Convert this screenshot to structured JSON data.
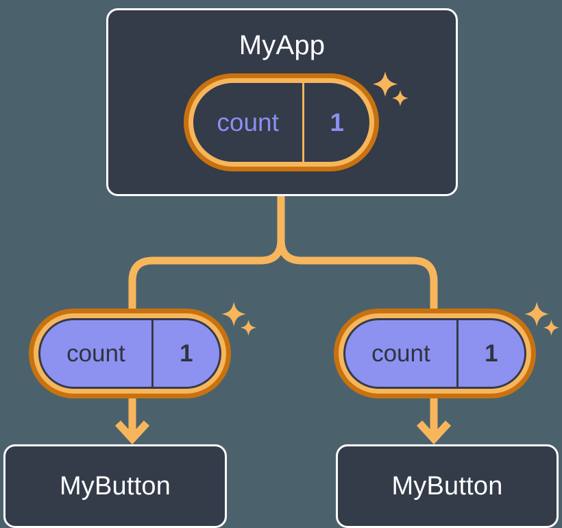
{
  "diagram": {
    "type": "component-tree",
    "background_color": "#4b626c",
    "card_color": "#343b49",
    "card_border_color": "#ffffff",
    "wire_color": "#f7b65c",
    "pill_outer_ring_color": "#c8720f",
    "pill_inner_ring_color": "#f7b65c",
    "pill_purple_fill": "#8d91f0",
    "state_text_color_dark": "#8b8ff0",
    "state_text_color_light": "#2e3440"
  },
  "root": {
    "title": "MyApp",
    "state": {
      "key": "count",
      "value": "1"
    },
    "sparkle": "sparkle-icon"
  },
  "children": [
    {
      "state": {
        "key": "count",
        "value": "1"
      },
      "sparkle": "sparkle-icon",
      "title": "MyButton"
    },
    {
      "state": {
        "key": "count",
        "value": "1"
      },
      "sparkle": "sparkle-icon",
      "title": "MyButton"
    }
  ]
}
